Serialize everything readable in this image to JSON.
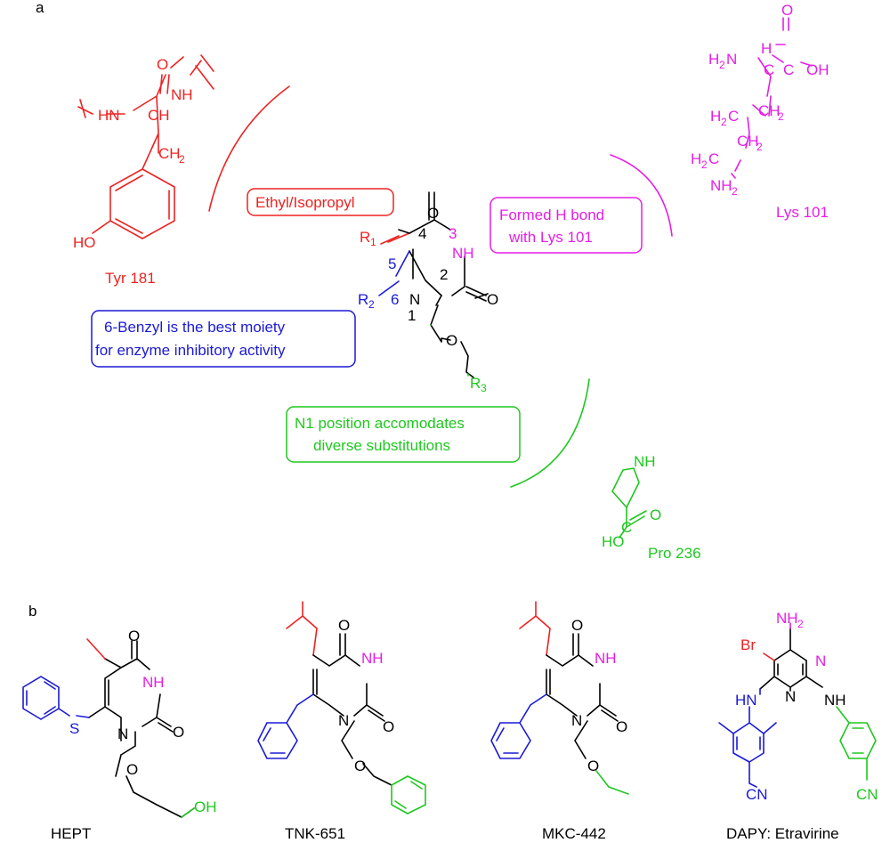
{
  "panels": {
    "a": "a",
    "b": "b"
  },
  "residues": {
    "tyr": "Tyr 181",
    "lys": "Lys 101",
    "pro": "Pro 236"
  },
  "annotations": {
    "ethyl": "Ethyl/Isopropyl",
    "hbond_line1": "Formed H bond",
    "hbond_line2": "with Lys 101",
    "benzyl_line1": "6-Benzyl is the best moiety",
    "benzyl_line2": "for enzyme inhibitory activity",
    "n1_line1": "N1 position accomodates",
    "n1_line2": "diverse substitutions"
  },
  "ring_numbers": {
    "n1": "1",
    "n2": "2",
    "n3": "3",
    "n4": "4",
    "n5": "5",
    "n6": "6"
  },
  "compounds": {
    "hept": "HEPT",
    "tnk": "TNK-651",
    "mkc": "MKC-442",
    "dapy": "DAPY: Etravirine"
  },
  "atoms": {
    "O": "O",
    "N": "N",
    "NH": "NH",
    "HN": "HN",
    "OH": "OH",
    "HO": "HO",
    "S": "S",
    "Br": "Br",
    "CN": "CN",
    "C": "C",
    "H": "H",
    "CH": "CH",
    "CH2": "CH",
    "H2C": "H",
    "NH2": "NH",
    "H2N": "H",
    "R": "R",
    "sub1": "1",
    "sub2": "2",
    "sub3": "3",
    "two": "2",
    "C_of_H2C": "C",
    "N_of_H2N": "N"
  },
  "colors": {
    "tyr": "#ee2222",
    "lys": "#e61ee6",
    "benzyl": "#1a1ad6",
    "n1": "#1fc71f",
    "core": "#000000"
  }
}
